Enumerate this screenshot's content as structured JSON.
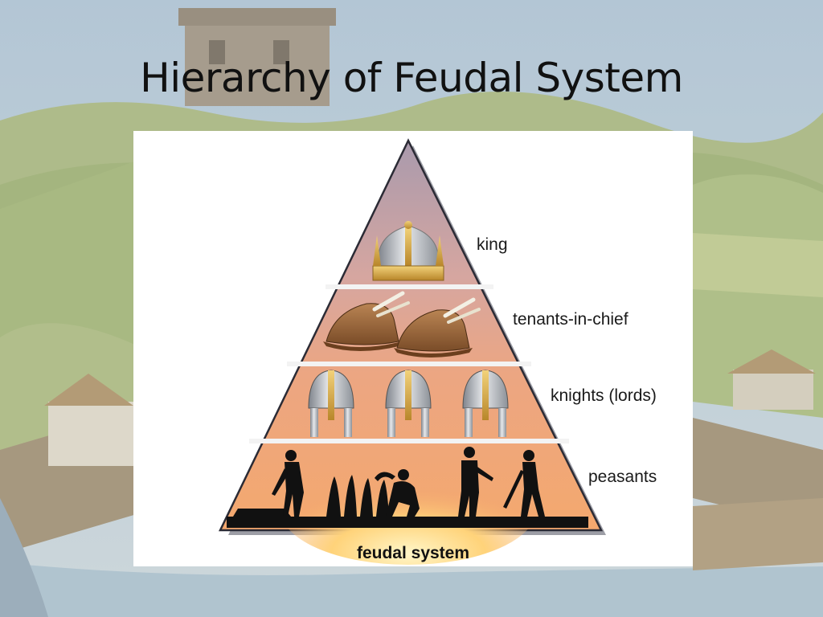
{
  "slide": {
    "title": "Hierarchy of Feudal System"
  },
  "diagram": {
    "levels": [
      {
        "label": "king",
        "icon": "crown-icon"
      },
      {
        "label": "tenants-in-chief",
        "icon": "feathered-hat-icon"
      },
      {
        "label": "knights (lords)",
        "icon": "helmet-icon"
      },
      {
        "label": "peasants",
        "icon": "peasants-silhouette"
      }
    ],
    "caption": "feudal system"
  },
  "colors": {
    "sky": "#9fb7c8",
    "hill_green": "#8fa06a",
    "pyramid_top": "#b69aa8",
    "pyramid_mid": "#e9a57c",
    "pyramid_base": "#f6b577",
    "outline": "#2b2b35",
    "helmet_steel": "#a9adb4",
    "gold": "#d8a93c"
  }
}
